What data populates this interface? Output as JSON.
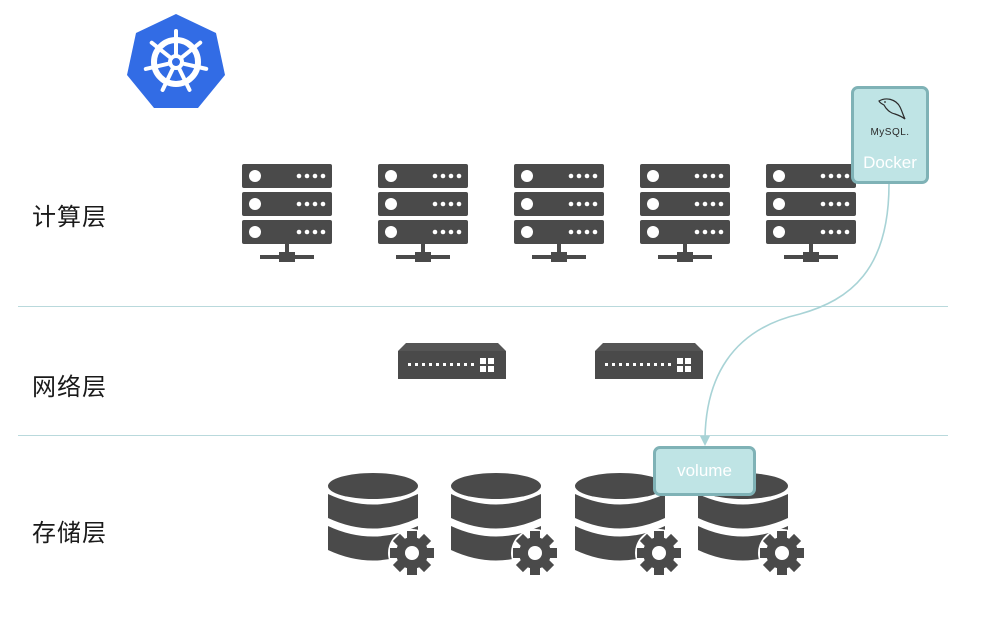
{
  "layers": {
    "compute_label": "计算层",
    "network_label": "网络层",
    "storage_label": "存储层"
  },
  "docker": {
    "label": "Docker",
    "mysql_text": "MySQL."
  },
  "volume": {
    "label": "volume"
  },
  "icons": {
    "logo": "kubernetes-logo-icon",
    "server": "server-rack-icon",
    "switch": "network-switch-icon",
    "database": "database-gear-icon",
    "mysql": "mysql-dolphin-icon"
  },
  "colors": {
    "icon_gray": "#4a4a4a",
    "kubernetes_blue": "#326ce5",
    "badge_fill": "#bfe4e5",
    "badge_border": "#7fb2b6",
    "divider": "#b9d9dc",
    "connector": "#a8d3d6"
  },
  "counts": {
    "servers": 5,
    "switches": 2,
    "databases": 4
  }
}
